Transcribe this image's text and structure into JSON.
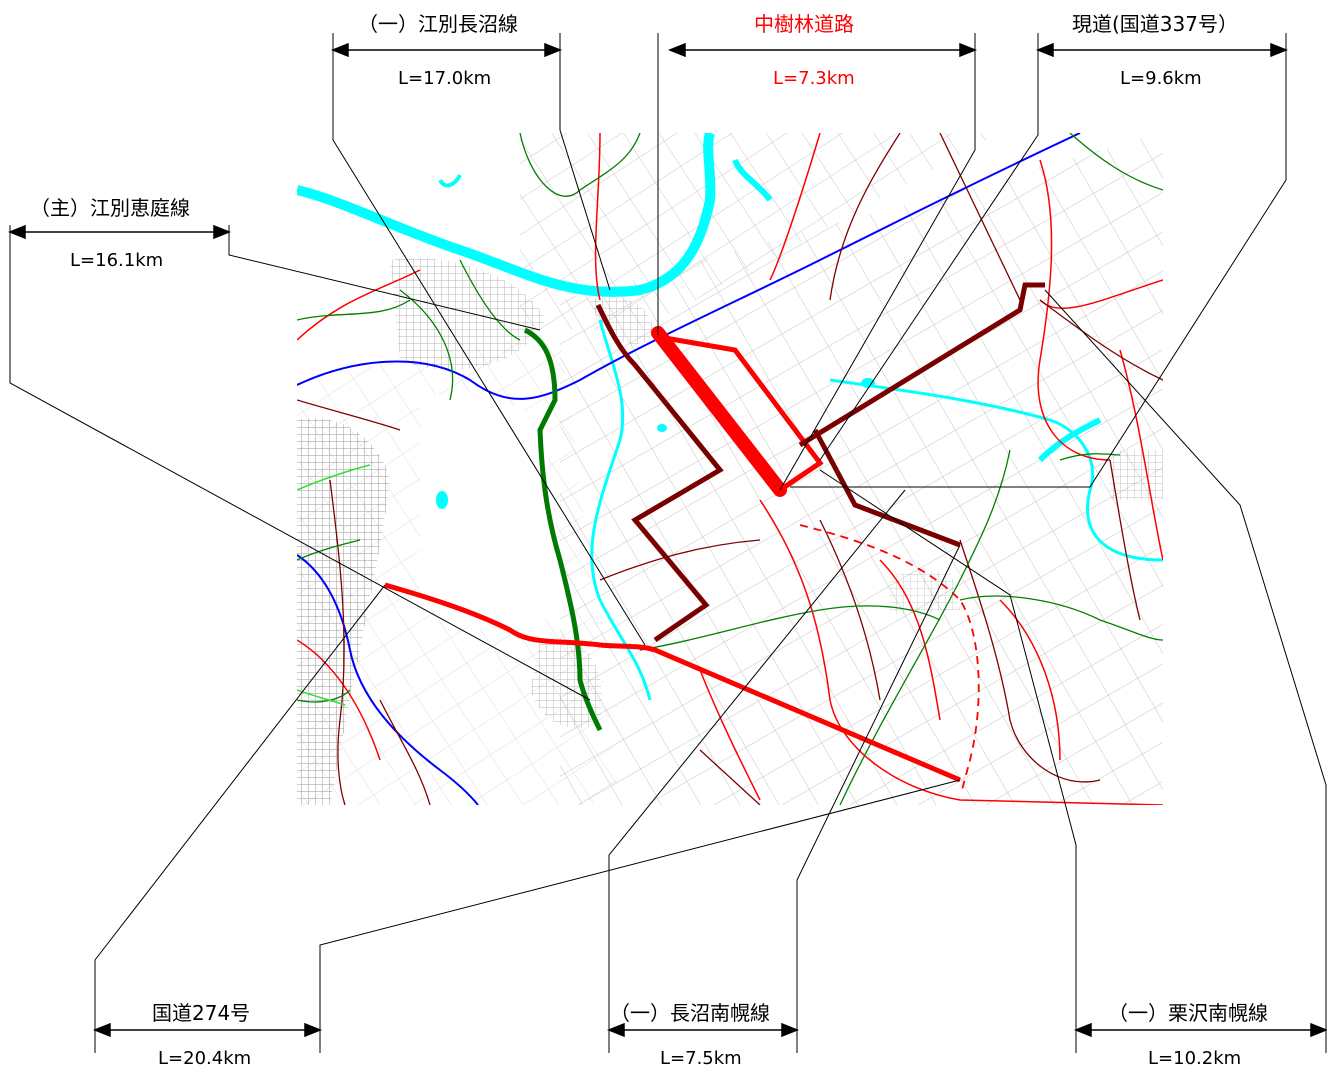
{
  "routes": [
    {
      "id": "ebetsu-naganuma",
      "name": "（一）江別長沼線",
      "length": "L=17.0km",
      "color": "#000000"
    },
    {
      "id": "nakajurin",
      "name": "中樹林道路",
      "length": "L=7.3km",
      "color": "#ff0000"
    },
    {
      "id": "genkou-337",
      "name": "現道(国道337号）",
      "length": "L=9.6km",
      "color": "#000000"
    },
    {
      "id": "ebetsu-eniwa",
      "name": "（主）江別恵庭線",
      "length": "L=16.1km",
      "color": "#000000"
    },
    {
      "id": "route-274",
      "name": "国道274号",
      "length": "L=20.4km",
      "color": "#000000"
    },
    {
      "id": "naganuma-nanporo",
      "name": "（一）長沼南幌線",
      "length": "L=7.5km",
      "color": "#000000"
    },
    {
      "id": "kurisawa-nanporo",
      "name": "（一）栗沢南幌線",
      "length": "L=10.2km",
      "color": "#000000"
    }
  ],
  "colors": {
    "river": "#00ffff",
    "expressway": "#0000ff",
    "national_road": "#ff0000",
    "prefectural_road": "#800000",
    "municipal_road": "#008000",
    "local_street": "#b0b0b0",
    "highlight_red": "#ff0000",
    "highlight_maroon": "#7a0000",
    "highlight_green": "#007a00"
  }
}
